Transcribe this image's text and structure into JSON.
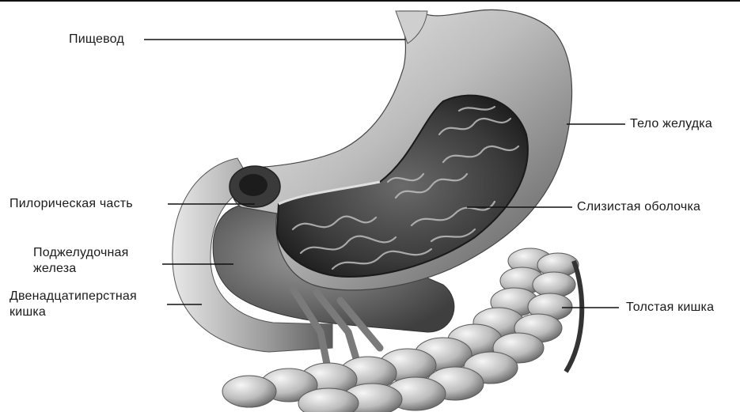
{
  "labels": {
    "esophagus": "Пищевод",
    "stomach_body": "Тело желудка",
    "pyloric_part": "Пилорическая часть",
    "mucosa": "Слизистая оболочка",
    "pancreas_line1": "Поджелудочная",
    "pancreas_line2": "железа",
    "duodenum_line1": "Двенадцатиперстная",
    "duodenum_line2": "кишка",
    "colon": "Толстая кишка"
  },
  "colors": {
    "background": "#ffffff",
    "organ_light": "#e6e6e6",
    "organ_mid": "#a8a8a8",
    "organ_dark": "#3a3a3a",
    "leader_line": "#111111"
  }
}
